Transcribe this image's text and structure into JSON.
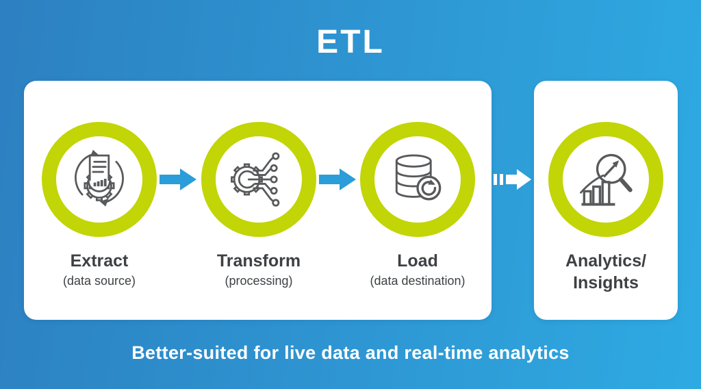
{
  "title": "ETL",
  "caption": "Better-suited for live data and real-time analytics",
  "pipeline": {
    "stages": [
      {
        "label": "Extract",
        "sublabel": "(data source)",
        "icon": "document-gear-sync-icon"
      },
      {
        "label": "Transform",
        "sublabel": "(processing)",
        "icon": "gear-circuit-icon"
      },
      {
        "label": "Load",
        "sublabel": "(data destination)",
        "icon": "database-refresh-icon"
      }
    ]
  },
  "result": {
    "line1": "Analytics/",
    "line2": "Insights",
    "icon": "magnifier-bar-chart-icon"
  },
  "colors": {
    "background_start": "#2d80c1",
    "background_end": "#2eaae2",
    "card_white": "#ffffff",
    "ring_lime": "#c2d506",
    "icon_gray": "#58595b",
    "label_gray": "#3e4144",
    "flow_arrow_blue": "#2b9dd8",
    "fast_forward_arrow_white": "#ffffff"
  }
}
